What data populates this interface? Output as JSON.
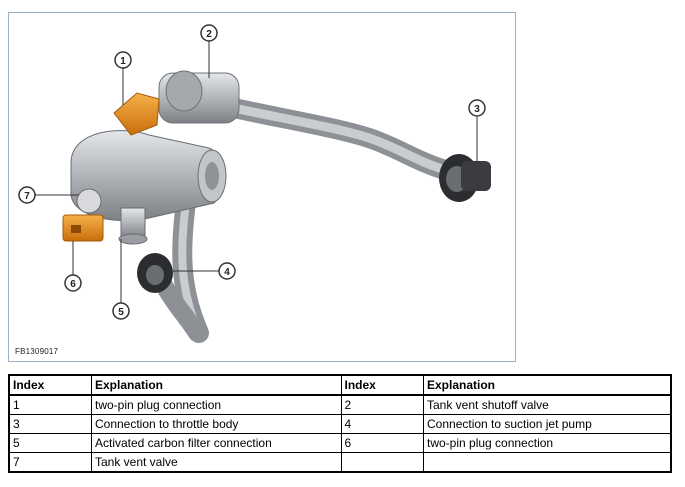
{
  "figure": {
    "code": "FB1309017",
    "callouts": [
      "1",
      "2",
      "3",
      "4",
      "5",
      "6",
      "7"
    ],
    "colors": {
      "plug": "#e8901c",
      "body": "#b9bcc0",
      "hose": "#a9adb2",
      "callout_ring": "#333333"
    }
  },
  "legend": {
    "headers": [
      "Index",
      "Explanation",
      "Index",
      "Explanation"
    ],
    "rows": [
      [
        "1",
        "two-pin plug connection",
        "2",
        "Tank vent shutoff valve"
      ],
      [
        "3",
        "Connection to throttle body",
        "4",
        "Connection to suction jet pump"
      ],
      [
        "5",
        "Activated carbon filter connection",
        "6",
        "two-pin plug connection"
      ],
      [
        "7",
        "Tank vent valve",
        "",
        ""
      ]
    ]
  }
}
